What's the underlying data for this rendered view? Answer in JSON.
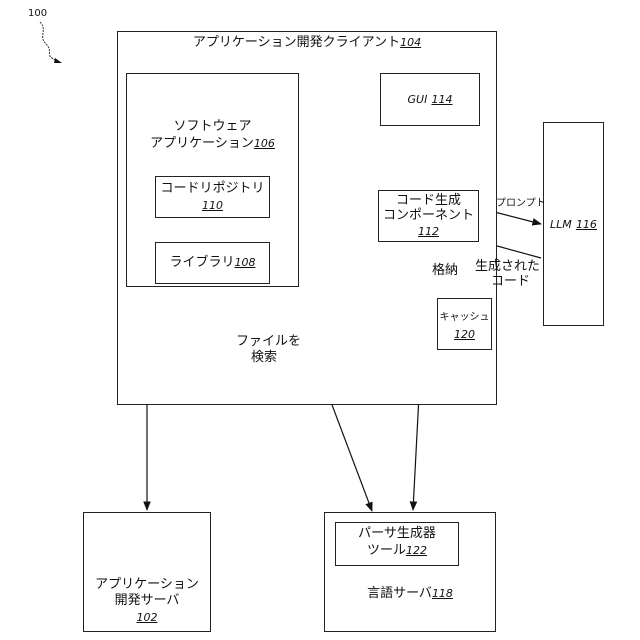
{
  "figure_ref": "100",
  "client": {
    "title": "アプリケーション開発クライアント",
    "ref": "104"
  },
  "software_app": {
    "line1": "ソフトウェア",
    "line2": "アプリケーション",
    "ref": "106"
  },
  "code_repo": {
    "title": "コードリポジトリ",
    "ref": "110"
  },
  "library": {
    "title": "ライブラリ",
    "ref": "108"
  },
  "gui": {
    "title": "GUI",
    "ref": "114"
  },
  "codegen": {
    "line1": "コード生成",
    "line2": "コンポーネント",
    "ref": "112"
  },
  "cache": {
    "title": "キャッシュ",
    "ref": "120"
  },
  "llm": {
    "title": "LLM",
    "ref": "116"
  },
  "dev_server": {
    "line1": "アプリケーション",
    "line2": "開発サーバ",
    "ref": "102"
  },
  "lang_server": {
    "title": "言語サーバ",
    "ref": "118"
  },
  "parser_tool": {
    "line1": "パーサ生成器",
    "line2": "ツール",
    "ref": "122"
  },
  "edge_labels": {
    "prompt": "プロンプト",
    "generated_line1": "生成された",
    "generated_line2": "コード",
    "store": "格納",
    "search_line1": "ファイルを",
    "search_line2": "検索"
  }
}
